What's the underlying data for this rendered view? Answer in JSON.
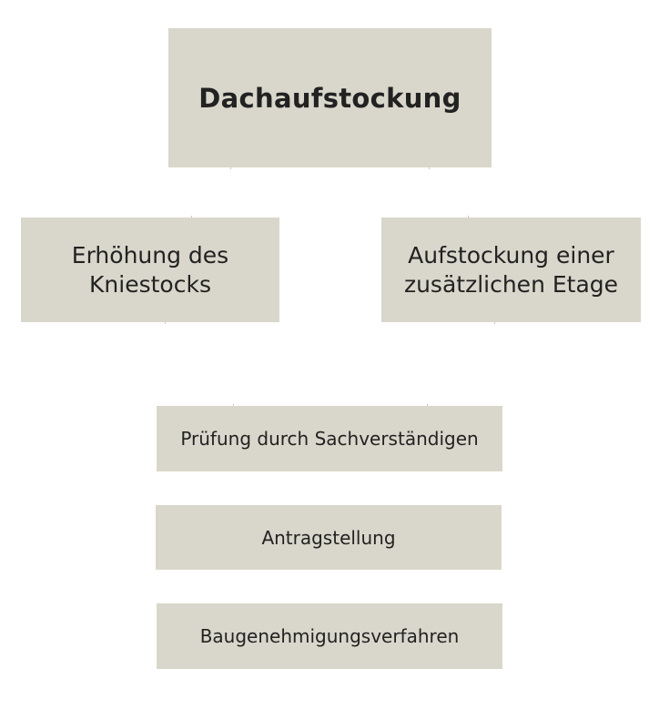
{
  "diagram": {
    "root": {
      "label": "Dachaufstockung"
    },
    "options": [
      {
        "label": "Erhöhung des Kniestocks"
      },
      {
        "label": "Aufstockung einer zusätzlichen Etage"
      }
    ],
    "steps": [
      {
        "label": "Prüfung durch Sachverständigen"
      },
      {
        "label": "Antragstellung"
      },
      {
        "label": "Baugenehmigungsverfahren"
      }
    ]
  },
  "colors": {
    "box_fill": "#d9d7cb",
    "text": "#222222",
    "background": "#ffffff"
  }
}
